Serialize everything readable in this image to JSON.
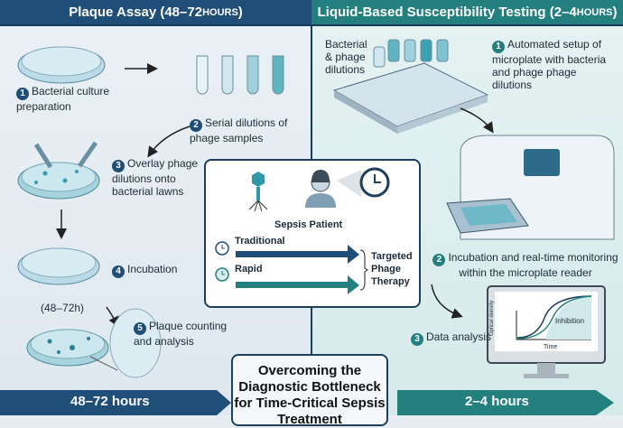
{
  "left_panel": {
    "title_main": "Plaque Assay (48–72 ",
    "title_small": "HOURS",
    "title_end": ")",
    "steps": [
      {
        "n": "1",
        "label": "Bacterial culture preparation"
      },
      {
        "n": "2",
        "label": "Serial dilutions of phage samples"
      },
      {
        "n": "3",
        "label": "Overlay phage dilutions onto bacterial lawns"
      },
      {
        "n": "4",
        "label": "Incubation"
      },
      {
        "n": "5",
        "label": "Plaque counting and analysis"
      }
    ],
    "duration_note": "(48–72h)",
    "bottom_arrow": "48–72 hours"
  },
  "right_panel": {
    "title_main": "Liquid-Based Susceptibility Testing (2–4 ",
    "title_small": "HOURS",
    "title_end": ")",
    "dilutions_label": "Bacterial & phage dilutions",
    "steps": [
      {
        "n": "1",
        "label": "Automated setup of microplate with bacteria and phage phage dilutions"
      },
      {
        "n": "2",
        "label": "Incubation and real-time monitoring within the microplate reader"
      },
      {
        "n": "3",
        "label": "Data analysis"
      }
    ],
    "chart": {
      "ylabel": "Optical density",
      "xlabel": "Time",
      "annotation": "Inhibition"
    },
    "bottom_arrow": "2–4 hours"
  },
  "center": {
    "patient_label": "Sepsis Patient",
    "traditional": "Traditional",
    "rapid": "Rapid",
    "outcome": "Targeted Phage Therapy"
  },
  "bottom_box": {
    "title": "Overcoming the Diagnostic Bottleneck for Time-Critical Sepsis Treatment"
  },
  "colors": {
    "navy": "#1f4e79",
    "teal": "#23807f"
  }
}
